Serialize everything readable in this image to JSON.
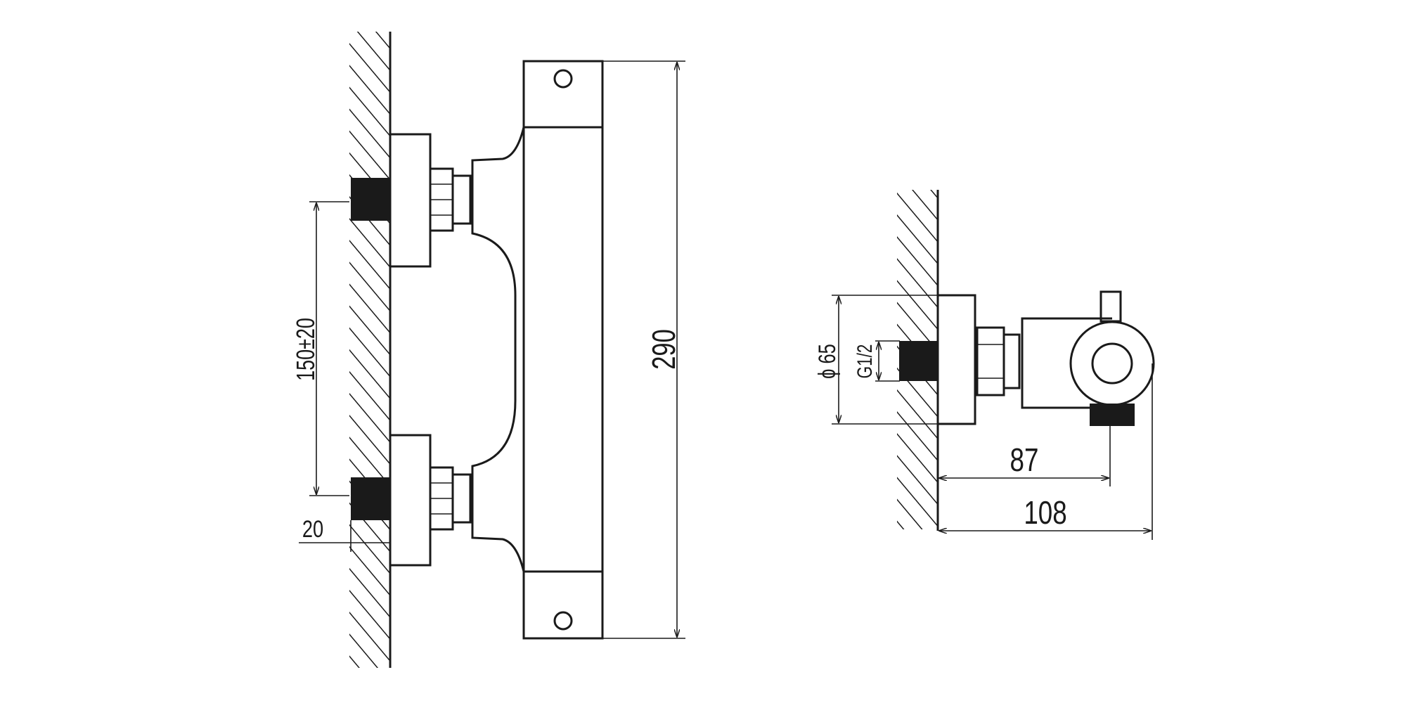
{
  "drawing": {
    "front_view": {
      "height_dim": "290",
      "inlet_spacing_dim": "150±20",
      "thread_depth_dim": "20"
    },
    "side_view": {
      "escutcheon_diameter_dim": "ϕ 65",
      "thread_dim": "G1/2",
      "outlet_depth_dim": "87",
      "total_depth_dim": "108"
    },
    "colors": {
      "line": "#1a1a1a",
      "background": "#ffffff"
    }
  }
}
